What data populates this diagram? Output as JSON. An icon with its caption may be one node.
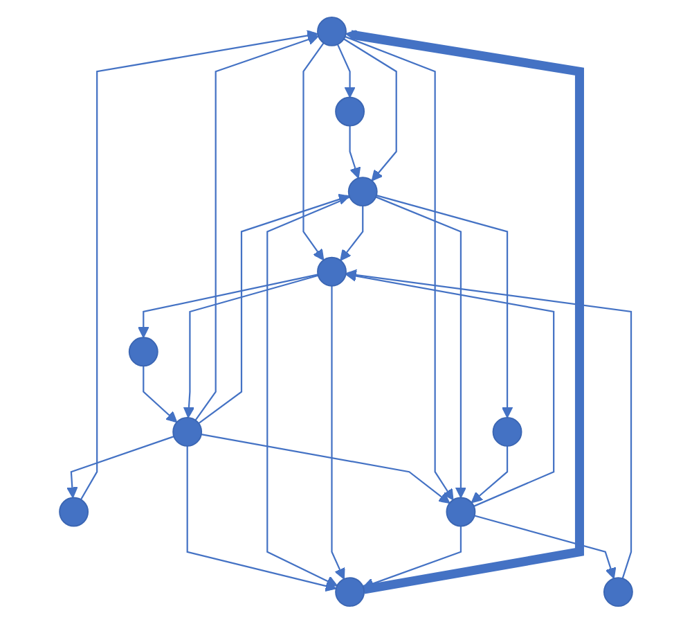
{
  "diagram": {
    "nodes": [
      {
        "text": [],
        "shape": "circle"
      },
      {
        "text": [],
        "shape": "circle"
      },
      {
        "text": [],
        "shape": "circle"
      },
      {
        "text": [],
        "shape": "circle"
      },
      {
        "text": [],
        "shape": "circle"
      },
      {
        "text": [],
        "shape": "circle"
      },
      {
        "text": [],
        "shape": "circle"
      },
      {
        "text": [],
        "shape": "circle"
      },
      {
        "text": [],
        "shape": "circle"
      },
      {
        "text": [],
        "shape": "circle"
      },
      {
        "text": [],
        "shape": "circle"
      }
    ],
    "edges": [
      {
        "from": 1,
        "to": 0,
        "arrow": "to"
      },
      {
        "from": 0,
        "to": 2,
        "arrow": "to"
      },
      {
        "from": 2,
        "to": 4,
        "arrow": "to"
      },
      {
        "from": 3,
        "to": 1,
        "arrow": "to"
      },
      {
        "from": 3,
        "to": 0,
        "arrow": "to"
      },
      {
        "from": 0,
        "to": 4,
        "arrow": "to"
      },
      {
        "from": 5,
        "to": 0,
        "arrow": "to",
        "style": "thick"
      },
      {
        "from": 3,
        "to": 4,
        "arrow": "to"
      },
      {
        "from": 3,
        "to": 5,
        "arrow": "to"
      },
      {
        "from": 4,
        "to": 5,
        "arrow": "to"
      },
      {
        "from": 3,
        "to": 9,
        "arrow": "to"
      },
      {
        "from": 0,
        "to": 8,
        "arrow": "to"
      },
      {
        "from": 0,
        "to": 9,
        "arrow": "to"
      },
      {
        "from": 4,
        "to": 8,
        "arrow": "to"
      },
      {
        "from": 8,
        "to": 5,
        "arrow": "to"
      },
      {
        "from": 9,
        "to": 5,
        "arrow": "to"
      },
      {
        "from": 6,
        "to": 3,
        "arrow": "to"
      },
      {
        "from": 8,
        "to": 3,
        "arrow": "to"
      },
      {
        "from": 8,
        "to": 6,
        "arrow": "to"
      },
      {
        "from": 4,
        "to": 7,
        "arrow": "to"
      },
      {
        "from": 4,
        "to": 9,
        "arrow": "to"
      },
      {
        "from": 7,
        "to": 9,
        "arrow": "to"
      },
      {
        "from": 9,
        "to": 8,
        "arrow": "to"
      },
      {
        "from": 10,
        "to": 8,
        "arrow": "to"
      },
      {
        "from": 9,
        "to": 10,
        "arrow": "to"
      }
    ]
  }
}
